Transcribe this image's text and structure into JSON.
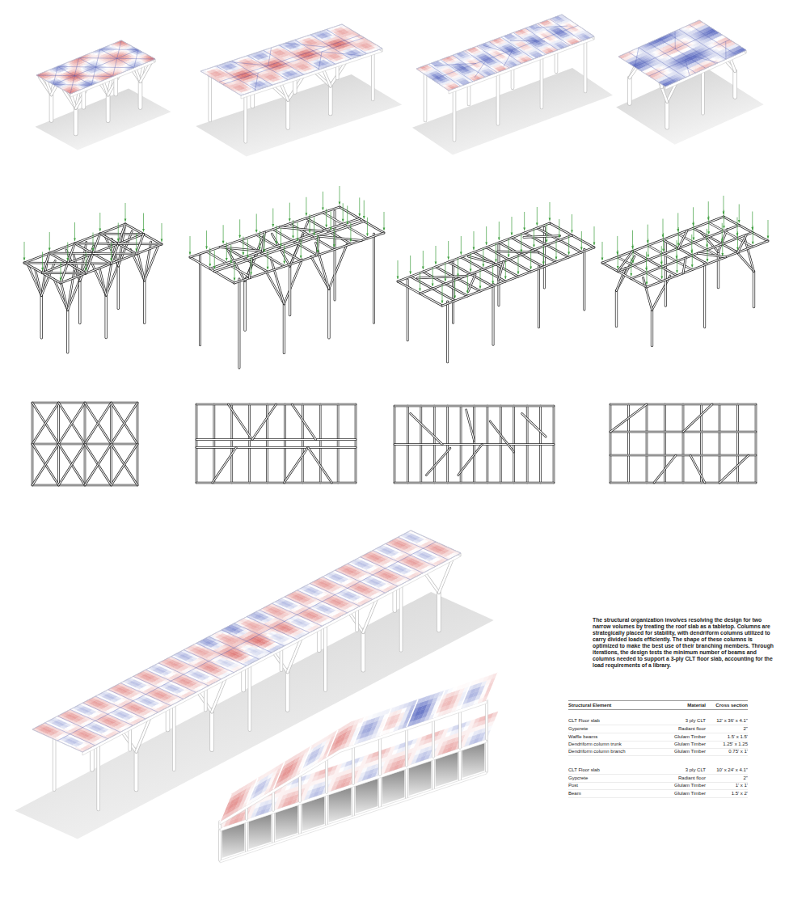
{
  "diagram": {
    "labels": [
      "The structural organization involves resolving the design for two narrow volumes by treating the roof slab as a tabletop. Columns are strategically placed for stability, with dendriform columns utilized to carry divided loads efficiently. The shape of these columns is optimized to make the best use of their branching members. Through iterations, the design tests the minimum number of beams and columns needed to support a 3-ply CLT floor slab, accounting for the load requirements of a library.",
      "Structural Element",
      "Material",
      "Cross section",
      "CLT Floor slab",
      "3 ply CLT",
      "12' x 36' x 4.1\"",
      "Gypcrete",
      "Radiant floor",
      "2\"",
      "Waffle beams",
      "Glulam Timber",
      "1.5' x 1.5'",
      "Dendriform column trunk",
      "Glulam Timber",
      "1.25' x 1.25",
      "Dendriform column branch",
      "Glulam Timber",
      "0.75' x 1'",
      "CLT Floor slab",
      "3 ply CLT",
      "10' x 24' x 4.1\"",
      "Gypcrete",
      "Radiant floor",
      "2\"",
      "Post",
      "Glulam Timber",
      "1' x 1'",
      "Beam",
      "Glulam Timber",
      "1.5' x 2'"
    ]
  }
}
